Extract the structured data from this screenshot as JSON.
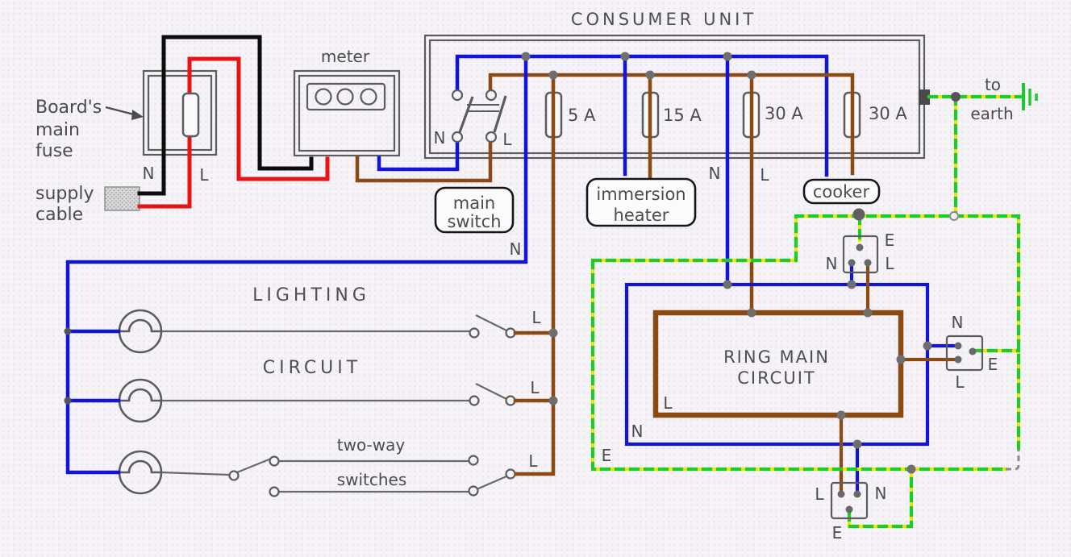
{
  "diagram": {
    "title": "CONSUMER UNIT",
    "board_fuse": {
      "caption": [
        "Board's",
        "main",
        "fuse"
      ],
      "n": "N",
      "l": "L"
    },
    "supply_cable": {
      "caption": [
        "supply",
        "cable"
      ]
    },
    "meter": {
      "caption": "meter"
    },
    "main_switch": {
      "caption": [
        "main",
        "switch"
      ],
      "n": "N",
      "l": "L"
    },
    "fuses": [
      "5 A",
      "15 A",
      "30 A",
      "30 A"
    ],
    "immersion_heater": {
      "caption": [
        "immersion",
        "heater"
      ]
    },
    "cooker": {
      "caption": "cooker"
    },
    "to_earth": {
      "caption": [
        "to",
        "earth"
      ]
    },
    "ring_feed": {
      "n": "N",
      "l": "L"
    },
    "lighting": {
      "title": [
        "LIGHTING",
        "CIRCUIT"
      ],
      "two_way": [
        "two-way",
        "switches"
      ],
      "n": "N",
      "l_labels": [
        "L",
        "L",
        "L"
      ]
    },
    "ring_main": {
      "caption": [
        "RING MAIN",
        "CIRCUIT"
      ],
      "l": "L",
      "n": "N",
      "e": "E"
    },
    "socket_top": {
      "e": "E",
      "n": "N",
      "l": "L"
    },
    "socket_right": {
      "n": "N",
      "l": "L",
      "e": "E"
    },
    "socket_bottom": {
      "l": "L",
      "n": "N",
      "e": "E"
    },
    "colors": {
      "live_supply_red": "#e81313",
      "neutral_supply_black": "#0c0c0c",
      "live_brown": "#8b4a12",
      "neutral_blue": "#1414d6",
      "earth_green": "#1ecb2e",
      "earth_yellow": "#f2e500",
      "component_gray": "#5c5c5c",
      "text_gray": "#4c4c4c"
    }
  }
}
